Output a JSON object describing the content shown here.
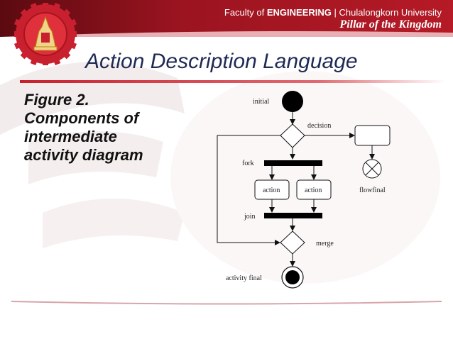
{
  "header": {
    "faculty_prefix": "Faculty of ",
    "faculty_bold": "ENGINEERING",
    "faculty_suffix": " | Chulalongkorn University",
    "tagline": "Pillar of the Kingdom"
  },
  "slide": {
    "title": "Action Description Language",
    "caption_lines": [
      "Figure 2.",
      "Components of",
      "intermediate",
      "activity diagram"
    ]
  },
  "diagram": {
    "labels": {
      "initial": "initial",
      "decision": "decision",
      "fork": "fork",
      "action_left": "action",
      "action_right": "action",
      "flowfinal": "flowfinal",
      "join": "join",
      "merge": "merge",
      "activity_final": "activity final"
    }
  },
  "colors": {
    "banner_red": "#9b1420",
    "title_blue": "#1f2a55",
    "accent_red": "#c8202e"
  }
}
